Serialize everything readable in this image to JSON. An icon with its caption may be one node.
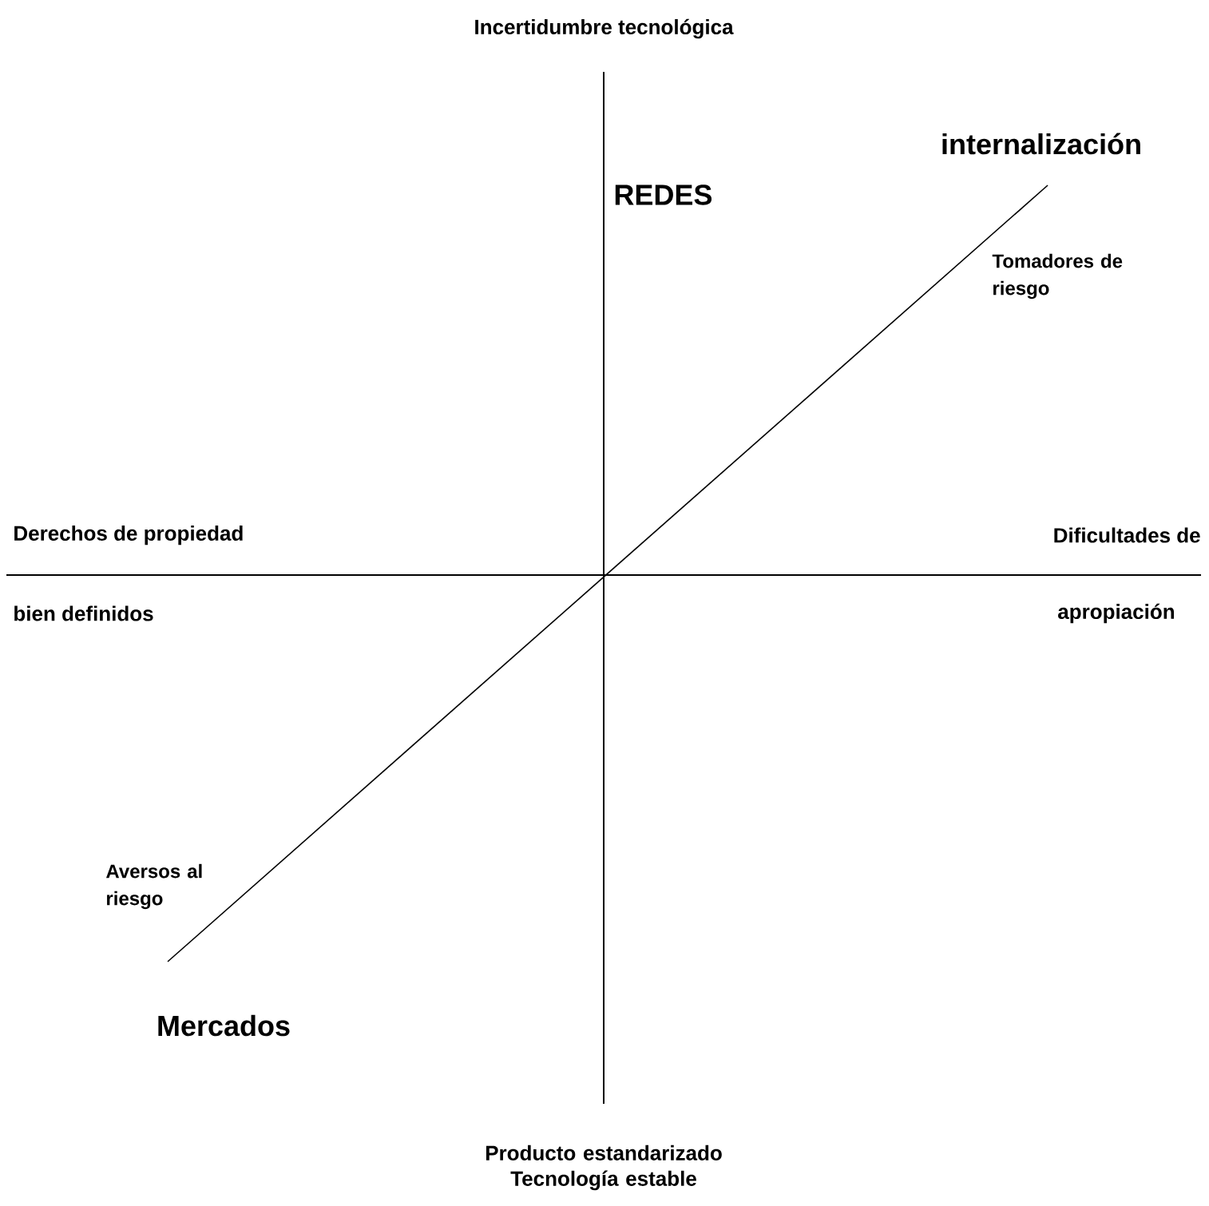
{
  "diagram": {
    "labels": [
      "Incertidumbre tecnológica",
      "internalización",
      "REDES",
      "Tomadores de riesgo",
      "Derechos de propiedad",
      "Dificultades de",
      "bien definidos",
      "apropiación",
      "Aversos al riesgo",
      "Mercados",
      "Producto estandarizado Tecnología estable"
    ]
  }
}
